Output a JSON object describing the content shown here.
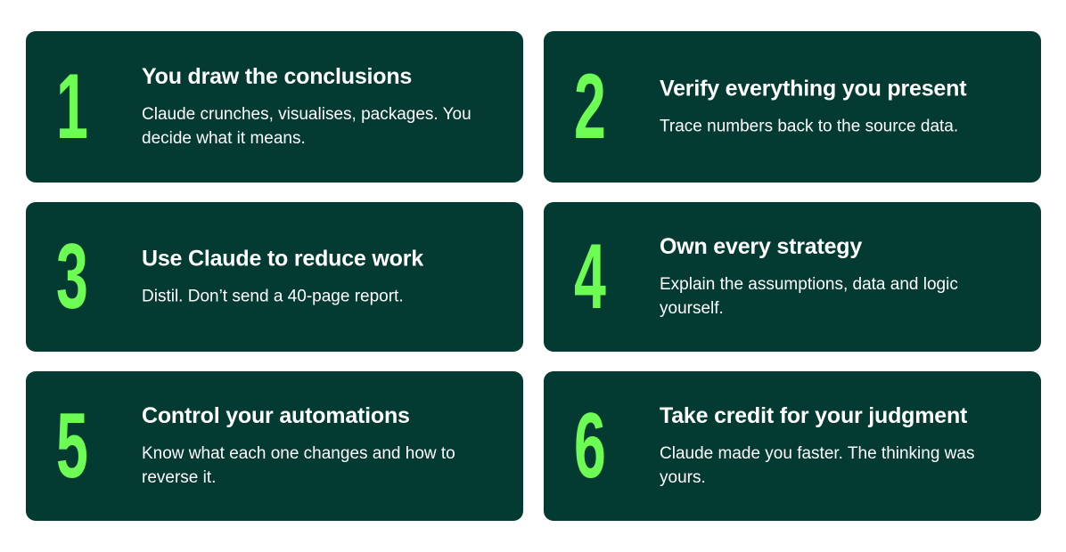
{
  "colors": {
    "card_background": "#033a31",
    "number_accent": "#6dfc54",
    "text": "#ffffff",
    "page_background": "#ffffff"
  },
  "cards": [
    {
      "number": "1",
      "title": "You draw the conclusions",
      "description": "Claude crunches, visualises, packages. You decide what it means."
    },
    {
      "number": "2",
      "title": "Verify everything you present",
      "description": "Trace numbers back to the source data."
    },
    {
      "number": "3",
      "title": "Use Claude to reduce work",
      "description": "Distil. Don’t send a 40-page report."
    },
    {
      "number": "4",
      "title": "Own every strategy",
      "description": "Explain the assumptions, data and logic yourself."
    },
    {
      "number": "5",
      "title": "Control your automations",
      "description": "Know what each one changes and how to reverse it."
    },
    {
      "number": "6",
      "title": "Take credit for your judgment",
      "description": "Claude made you faster. The thinking was yours."
    }
  ]
}
